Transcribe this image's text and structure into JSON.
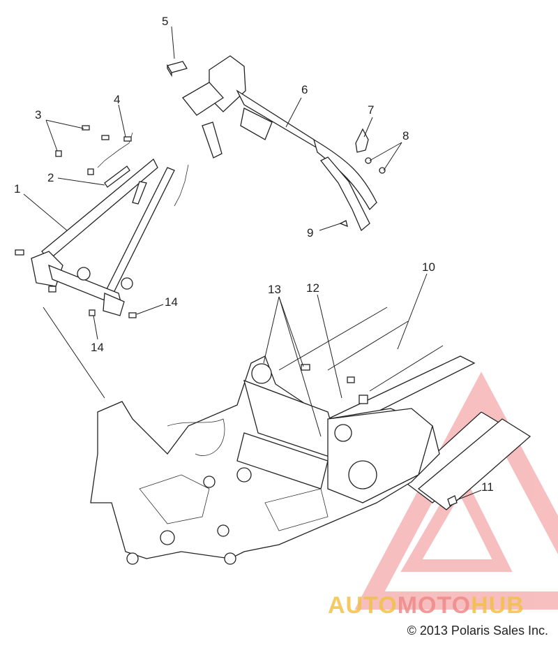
{
  "callouts": [
    {
      "id": "1",
      "label": "1"
    },
    {
      "id": "2",
      "label": "2"
    },
    {
      "id": "3",
      "label": "3"
    },
    {
      "id": "4",
      "label": "4"
    },
    {
      "id": "5",
      "label": "5"
    },
    {
      "id": "6",
      "label": "6"
    },
    {
      "id": "7",
      "label": "7"
    },
    {
      "id": "8",
      "label": "8"
    },
    {
      "id": "9",
      "label": "9"
    },
    {
      "id": "10",
      "label": "10"
    },
    {
      "id": "11",
      "label": "11"
    },
    {
      "id": "12",
      "label": "12"
    },
    {
      "id": "13",
      "label": "13"
    },
    {
      "id": "14a",
      "label": "14"
    },
    {
      "id": "14b",
      "label": "14"
    }
  ],
  "watermark": {
    "text_part1": "AUTO",
    "text_part2": "MOTO",
    "text_part3": "HUB",
    "color_primary": "#f0a0a0",
    "color_accent": "#f2c14a"
  },
  "copyright": "© 2013 Polaris Sales Inc."
}
